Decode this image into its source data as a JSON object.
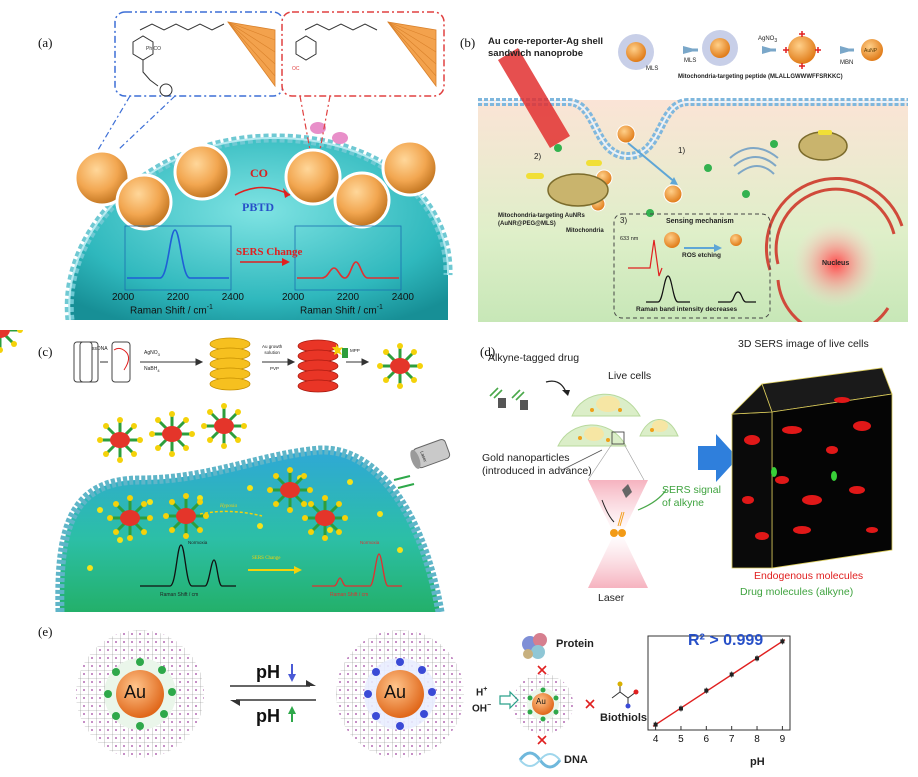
{
  "panels": {
    "a": {
      "label": "(a)",
      "co": "CO",
      "pbtd": "PBTD",
      "sers_change": "SERS Change",
      "ticks": [
        "2000",
        "2200",
        "2400"
      ],
      "xlabel": "Raman Shift / cm",
      "xlabel_sup": "-1"
    },
    "b": {
      "label": "(b)",
      "title_line1": "Au core-reporter-Ag shell",
      "title_line2": "sandwich nanoprobe",
      "mls": "MLS",
      "agno3": "AgNO",
      "agno3_sub": "3",
      "mbn": "MBN",
      "aunp": "AuNP",
      "peptide": "Mitochondria-targeting peptide (MLALLGWWWFFSRKKC)",
      "step1": "1)",
      "step2": "2)",
      "step3": "3)",
      "aunr_line1": "Mitochondria-targeting AuNRs",
      "aunr_line2": "(AuNR@PEG@MLS)",
      "mitochondria": "Mitochondria",
      "sensing": "Sensing mechanism",
      "nm633": "633 nm",
      "ros": "ROS etching",
      "raman_dec": "Raman band intensity decreases",
      "nucleus": "Nucleus"
    },
    "c": {
      "label": "(c)",
      "ssdna": "ssDNA",
      "agno3": "AgNO",
      "agno3_sub": "3",
      "nabh4": "NaBH",
      "nabh4_sub": "4",
      "au_growth_1": "Au growth",
      "au_growth_2": "solution",
      "pvp": "PVP",
      "mpp": "MPP",
      "laser": "Laser",
      "hypoxia": "Hypoxia",
      "sers_change": "SERS Change",
      "normoxia": "Normoxia",
      "xlabel": "Raman Shift / cm"
    },
    "d": {
      "label": "(d)",
      "alkyne_drug": "Alkyne-tagged drug",
      "live_cells": "Live cells",
      "gold_np_1": "Gold nanoparticles",
      "gold_np_2": "(introduced in advance)",
      "sers_1": "SERS signal",
      "sers_2": "of alkyne",
      "laser": "Laser",
      "image_title": "3D SERS image of live cells",
      "endogenous": "Endogenous molecules",
      "drug_mol": "Drug molecules (alkyne)"
    },
    "e": {
      "label": "(e)",
      "au": "Au",
      "ph": "pH",
      "h_plus": "H",
      "h_sup": "+",
      "oh": "OH",
      "oh_sup": "−",
      "protein": "Protein",
      "biothiols": "Biothiols",
      "dna": "DNA",
      "r2": "R² > 0.999"
    }
  },
  "chart_data": {
    "type": "scatter",
    "title": "R² > 0.999",
    "xlabel": "pH",
    "ylabel": "",
    "x": [
      4,
      5,
      6,
      7,
      8,
      9
    ],
    "y": [
      0.06,
      0.24,
      0.44,
      0.62,
      0.8,
      0.99
    ],
    "xlim": [
      3.7,
      9.3
    ],
    "ylim": [
      0,
      1.05
    ],
    "xticks": [
      "4",
      "5",
      "6",
      "7",
      "8",
      "9"
    ],
    "fit_line": true,
    "grid": false,
    "colors": {
      "line": "#e02020",
      "marker": "#222222"
    }
  },
  "colors": {
    "cyto_a": "#3cc8cc",
    "membrane": "#7fd3dc",
    "gold_sphere": "#f2a650",
    "red_accent": "#e83a3a",
    "blue_accent": "#2750c8",
    "green_accent": "#2ea84a",
    "sers_dark": "#0a0a0a"
  }
}
